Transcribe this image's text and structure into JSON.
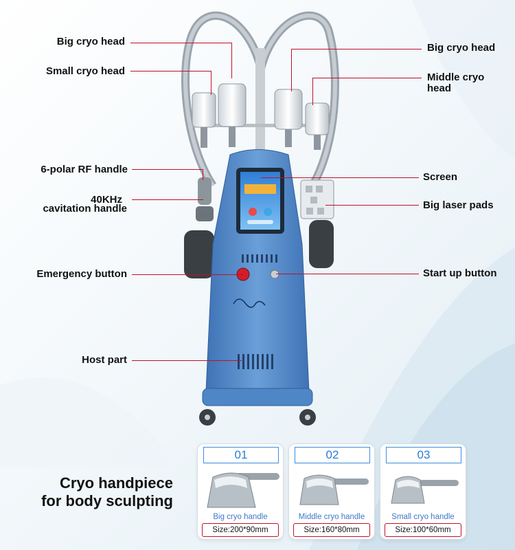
{
  "labels": {
    "big_cryo_head_left": "Big cryo head",
    "small_cryo_head": "Small cryo head",
    "big_cryo_head_right": "Big cryo head",
    "middle_cryo_head_line1": "Middle cryo",
    "middle_cryo_head_line2": "head",
    "rf_handle": "6-polar RF handle",
    "cavitation_line1": "40KHz",
    "cavitation_line2": "cavitation handle",
    "screen": "Screen",
    "big_laser_pads": "Big laser pads",
    "emergency_button": "Emergency button",
    "start_up_button": "Start up button",
    "host_part": "Host part"
  },
  "headline": {
    "line1": "Cryo handpiece",
    "line2": "for body sculpting"
  },
  "handpieces": [
    {
      "number": "01",
      "name": "Big cryo handle",
      "size": "Size:200*90mm"
    },
    {
      "number": "02",
      "name": "Middle cryo handle",
      "size": "Size:160*80mm"
    },
    {
      "number": "03",
      "name": "Small cryo handle",
      "size": "Size:100*60mm"
    }
  ],
  "colors": {
    "leader_line": "#c0102a",
    "machine_body": "#4f86c6",
    "card_accent": "#3c8ddc"
  }
}
